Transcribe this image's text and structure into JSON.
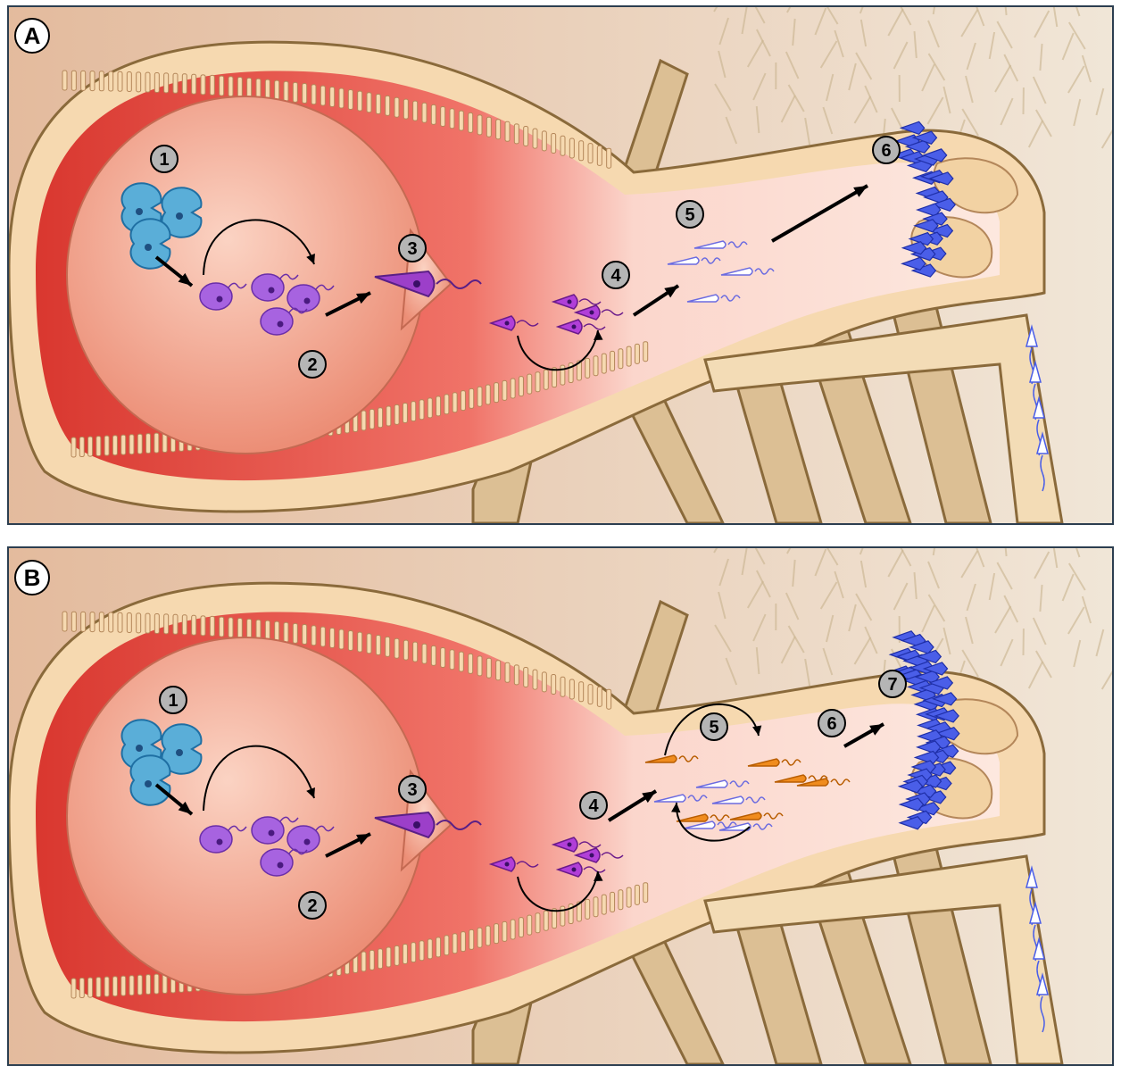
{
  "panels": [
    {
      "label": "A",
      "steps": [
        "1",
        "2",
        "3",
        "4",
        "5",
        "6"
      ]
    },
    {
      "label": "B",
      "steps": [
        "1",
        "2",
        "3",
        "4",
        "5",
        "6",
        "7"
      ]
    }
  ],
  "colors": {
    "gut_red": "#e8524e",
    "gut_pink": "#f5b7a8",
    "epithelium": "#f6d9b0",
    "blood_meal": "#f3a792",
    "amastigote": "#5aaed8",
    "procyclic": "#a763e0",
    "nectomonad": "#9c3fc9",
    "leptomonad": "#6b6be0",
    "haptomonad": "#4a5ee8",
    "retroleptomonad": "#f08c1e",
    "arrow": "#000000"
  }
}
